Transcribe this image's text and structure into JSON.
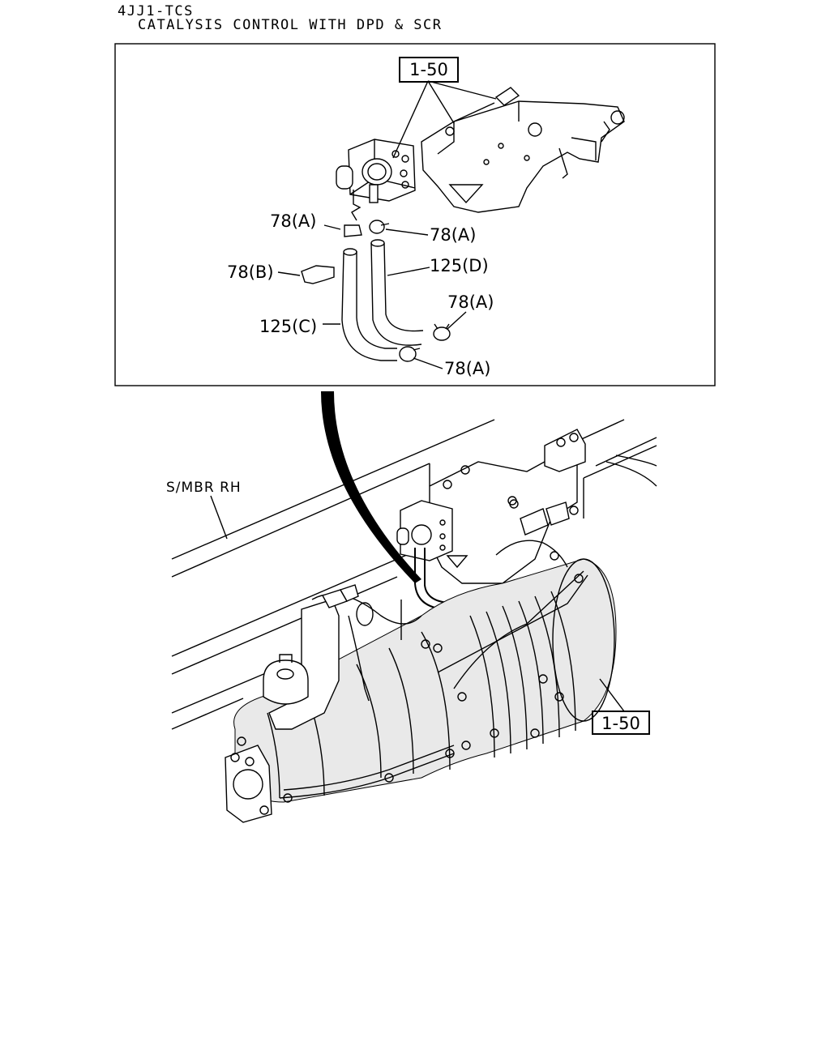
{
  "header": {
    "model": "4JJ1-TCS",
    "title": "CATALYSIS CONTROL WITH DPD & SCR"
  },
  "detail_callouts": {
    "ref_box": "1-50",
    "clip_upper_left": "78(A)",
    "clip_upper_right": "78(A)",
    "clip_b": "78(B)",
    "hose_d": "125(D)",
    "clip_mid_right": "78(A)",
    "hose_c": "125(C)",
    "clip_lower": "78(A)"
  },
  "main_callouts": {
    "side_member": "S/MBR RH",
    "ref_box": "1-50"
  }
}
